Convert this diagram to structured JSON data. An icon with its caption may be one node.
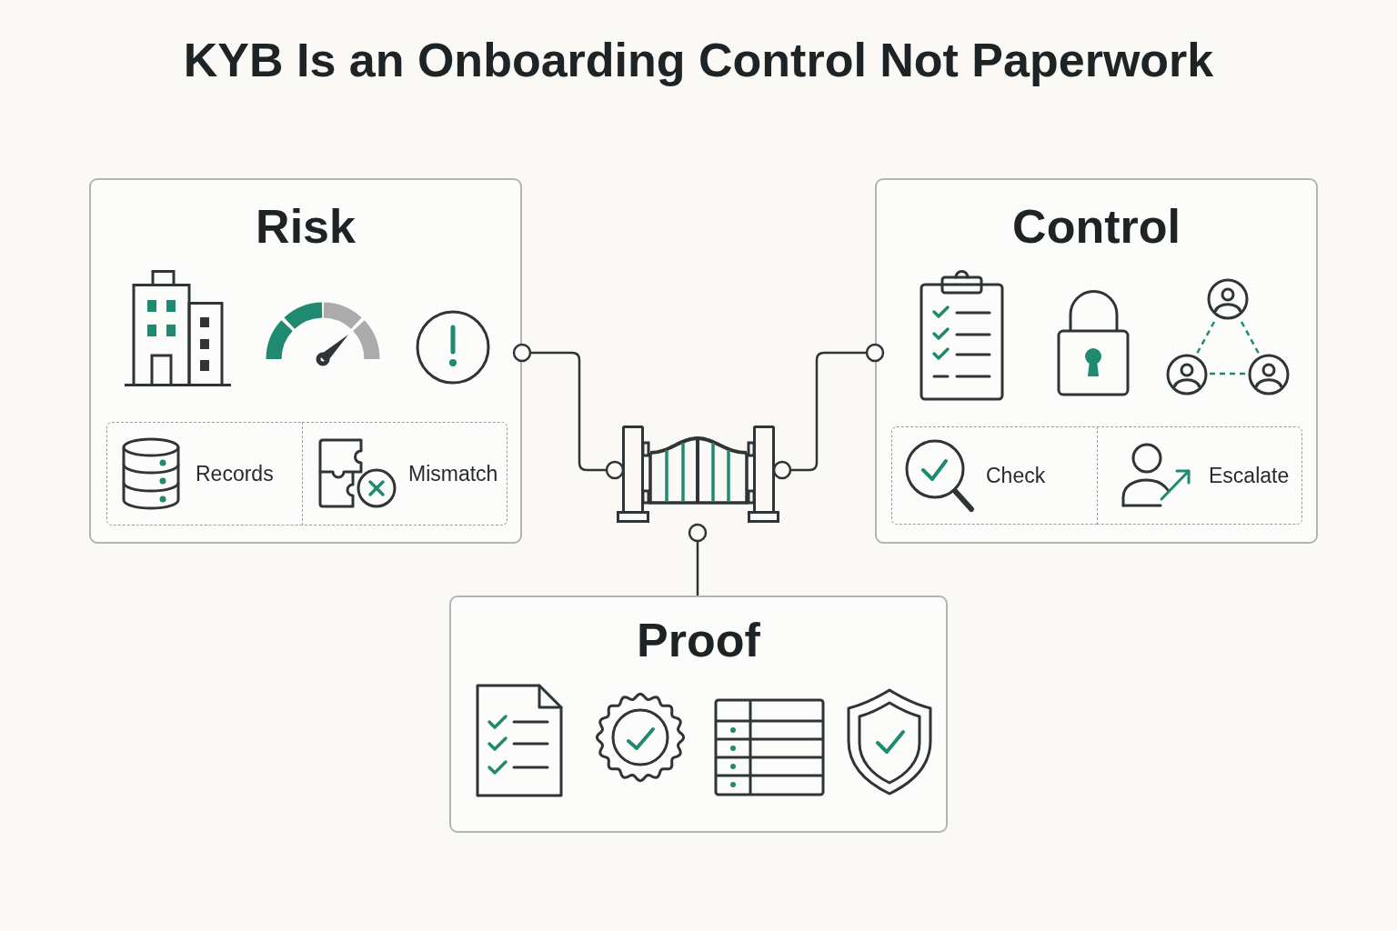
{
  "diagram": {
    "title": "KYB Is an Onboarding Control Not Paperwork",
    "nodes": [
      {
        "text": [
          "Risk"
        ]
      },
      {
        "text": [
          "Records"
        ],
        "in": 0
      },
      {
        "text": [
          "Mismatch"
        ],
        "in": 0
      },
      {
        "text": [
          "Control"
        ]
      },
      {
        "text": [
          "Check"
        ],
        "in": 3
      },
      {
        "text": [
          "Escalate"
        ],
        "in": 3
      },
      {
        "text": [],
        "shape": "picture"
      },
      {
        "text": [
          "Proof"
        ]
      }
    ],
    "edges": [
      {
        "from": 0,
        "to": 6,
        "arrow": "other"
      },
      {
        "from": 3,
        "to": 6,
        "arrow": "other"
      },
      {
        "from": 7,
        "to": 6,
        "arrow": "other"
      }
    ]
  }
}
